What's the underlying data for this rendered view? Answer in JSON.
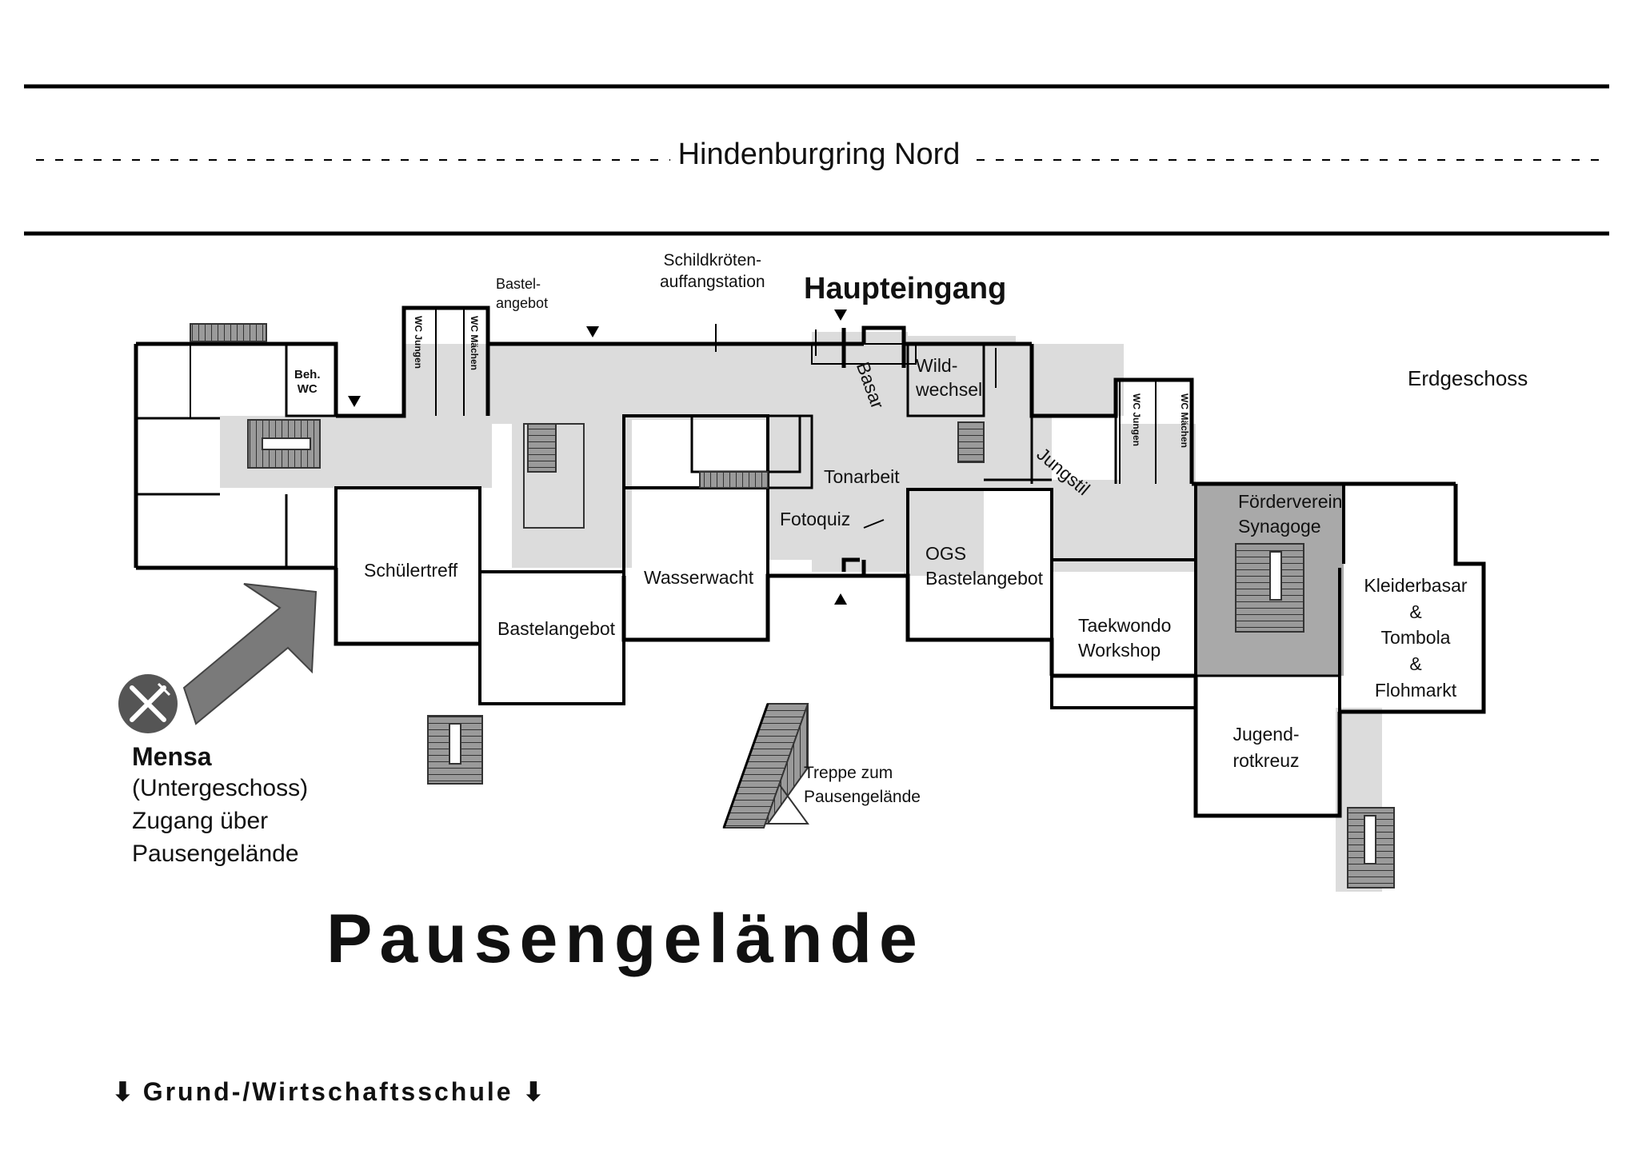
{
  "street": {
    "label": "Hindenburgring Nord"
  },
  "floor_label": "Erdgeschoss",
  "main_entrance": "Haupteingang",
  "rooms": {
    "schildkroeten": "Schildkröten-\nauffangstation",
    "bastel_top": "Bastel-\nangebot",
    "beh_wc": "Beh.\nWC",
    "wc_jungen_left": "WC Jungen",
    "wc_maedchen_left": "WC Mächen",
    "wc_jungen_right": "WC Jungen",
    "wc_maedchen_right": "WC Mächen",
    "basar": "Basar",
    "wildwechsel": "Wild-\nwechsel",
    "jungstil": "Jungstil",
    "tonarbeit": "Tonarbeit",
    "fotoquiz": "Fotoquiz",
    "schuelertreff": "Schülertreff",
    "bastelangebot": "Bastelangebot",
    "wasserwacht": "Wasserwacht",
    "ogs": "OGS\nBastelangebot",
    "taekwondo": "Taekwondo\nWorkshop",
    "foerderverein": "Förderverein\nSynagoge",
    "kleiderbasar": "Kleiderbasar\n&\nTombola\n&\nFlohmarkt",
    "jugendrotkreuz": "Jugend-\nrotkreuz",
    "treppe": "Treppe zum\nPausengelände"
  },
  "mensa": {
    "title": "Mensa",
    "subtitle": "(Untergeschoss)\nZugang über\nPausengelände",
    "icon": "cutlery-icon"
  },
  "schoolyard_label": "Pausengelände",
  "footer": {
    "label": "Grund-/Wirtschaftsschule",
    "arrow": "⬇"
  },
  "colors": {
    "corridor": "#dcdcdc",
    "highlight": "#a9a9a9",
    "stairs": "#8c8c8c",
    "arrow": "#7a7a7a",
    "icon_bg": "#555555"
  }
}
